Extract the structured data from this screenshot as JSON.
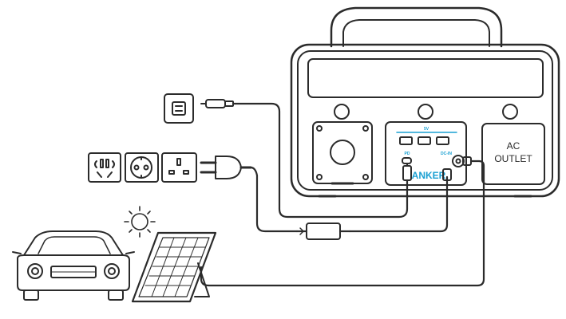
{
  "diagram": {
    "ac_outlet": {
      "line1": "AC",
      "line2": "OUTLET"
    },
    "brand": "ANKER",
    "usb_a_label": "5V",
    "usb_c_label": "PD",
    "dc_in_label": "DC-IN",
    "sources": [
      "usb-c-charger",
      "wall-outlets",
      "car-charger",
      "solar-panel"
    ],
    "colors": {
      "line": "#2b2b2b",
      "accent": "#1aa0d2"
    }
  }
}
